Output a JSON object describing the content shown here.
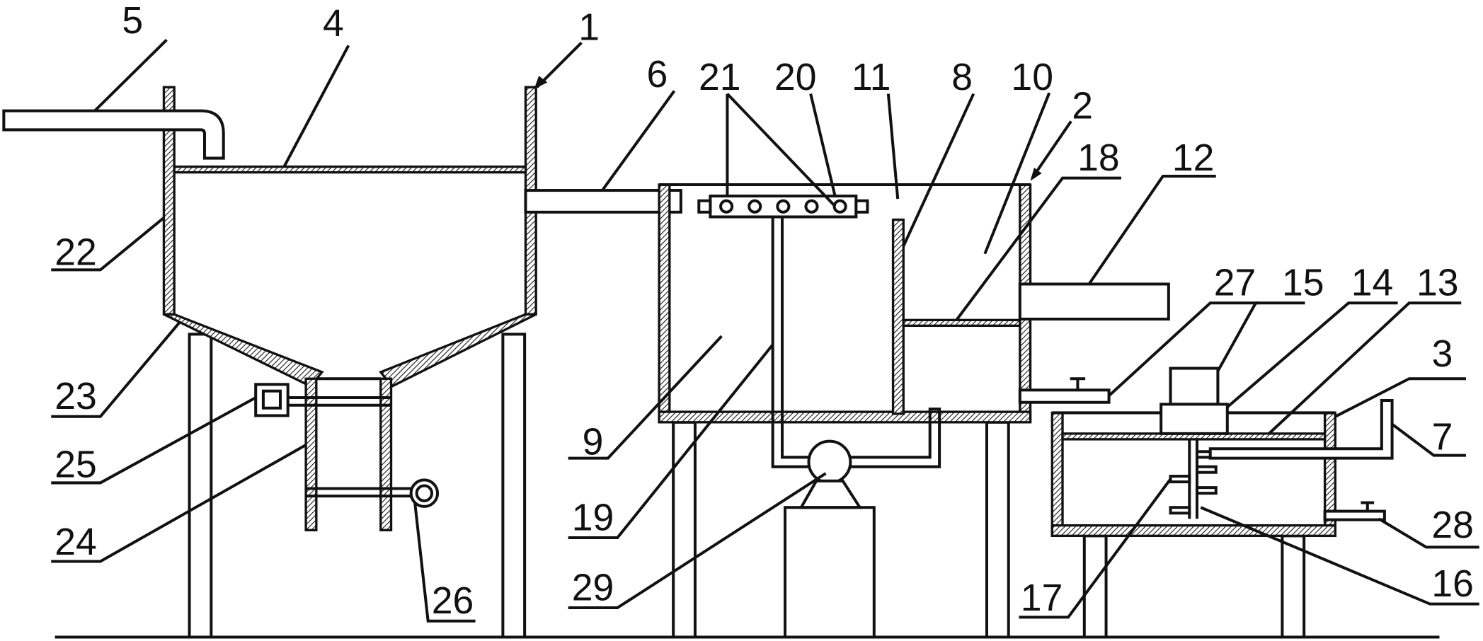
{
  "labels": {
    "n1": "1",
    "n2": "2",
    "n3": "3",
    "n4": "4",
    "n5": "5",
    "n6": "6",
    "n7": "7",
    "n8": "8",
    "n9": "9",
    "n10": "10",
    "n11": "11",
    "n12": "12",
    "n13": "13",
    "n14": "14",
    "n15": "15",
    "n16": "16",
    "n17": "17",
    "n18": "18",
    "n19": "19",
    "n20": "20",
    "n21": "21",
    "n22": "22",
    "n23": "23",
    "n24": "24",
    "n25": "25",
    "n26": "26",
    "n27": "27",
    "n28": "28",
    "n29": "29"
  }
}
